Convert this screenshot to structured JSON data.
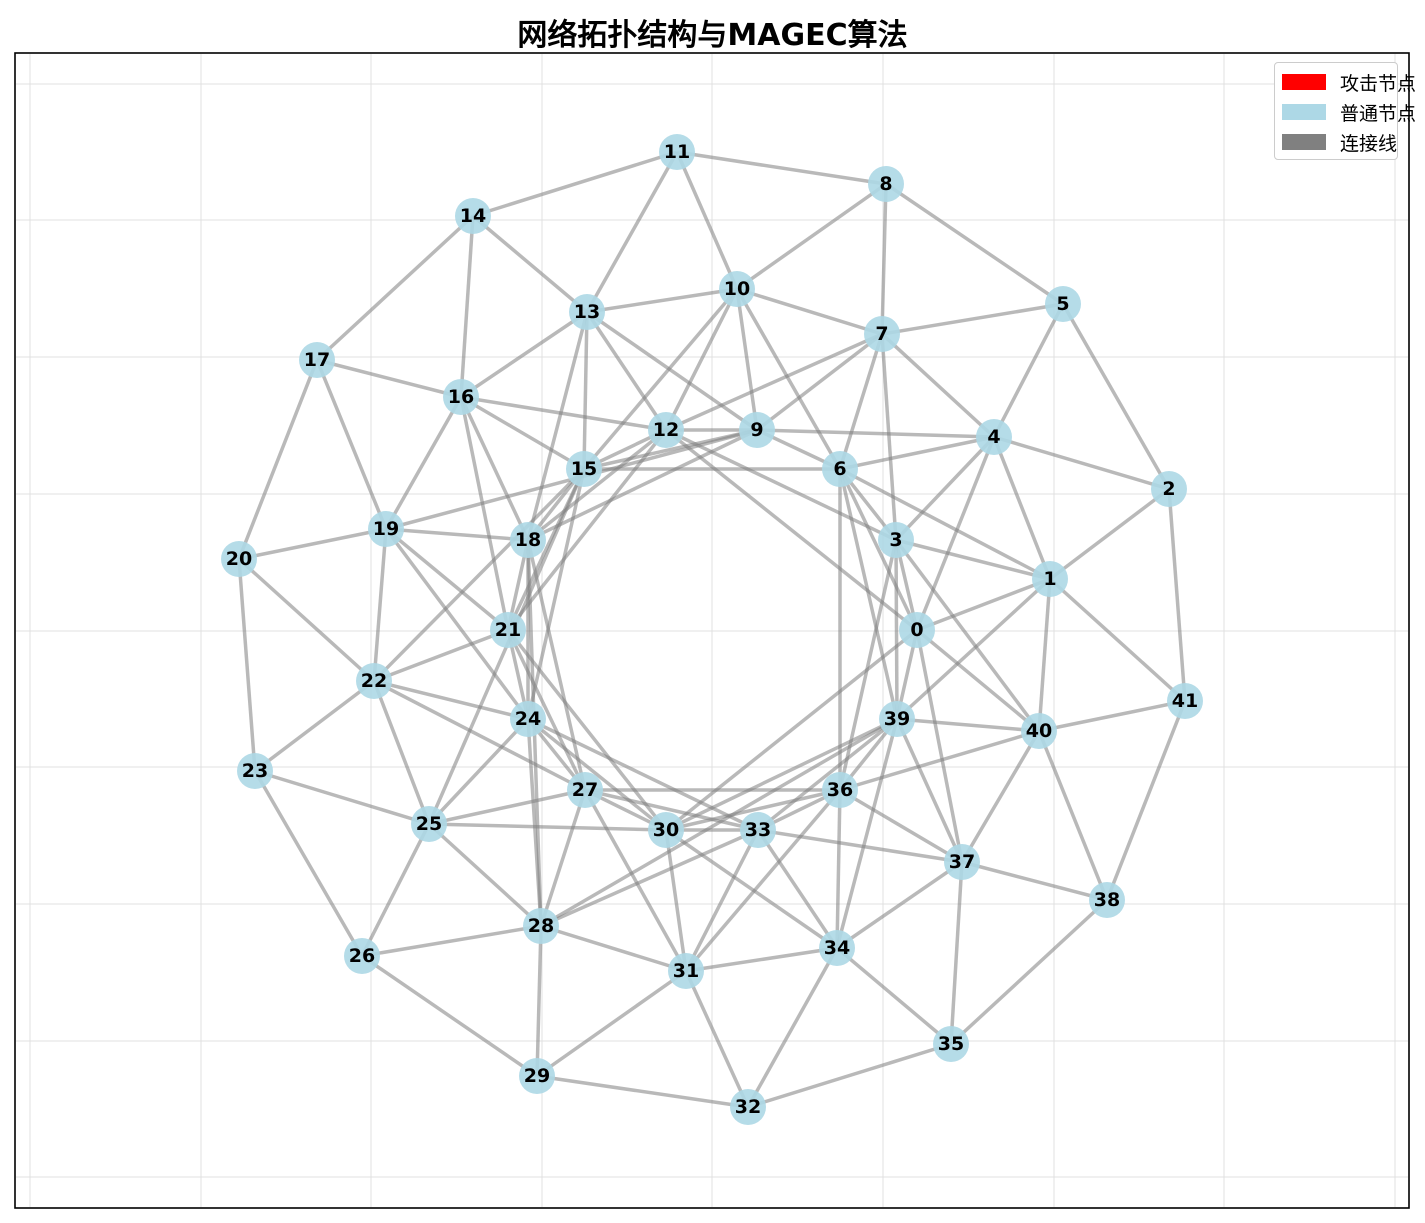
{
  "title": "网络拓扑结构与MAGEC算法",
  "colors": {
    "attack_node": "#ff0000",
    "normal_node": "#add8e6",
    "edge": "#808080",
    "grid": "#e0e0e0",
    "frame": "#000000"
  },
  "legend": [
    {
      "label": "攻击节点",
      "color": "#ff0000"
    },
    {
      "label": "普通节点",
      "color": "#add8e6"
    },
    {
      "label": "连接线",
      "color": "#808080"
    }
  ],
  "nodes": [
    {
      "id": "0",
      "type": "normal"
    },
    {
      "id": "1",
      "type": "normal"
    },
    {
      "id": "2",
      "type": "normal"
    },
    {
      "id": "3",
      "type": "normal"
    },
    {
      "id": "4",
      "type": "normal"
    },
    {
      "id": "5",
      "type": "normal"
    },
    {
      "id": "6",
      "type": "normal"
    },
    {
      "id": "7",
      "type": "normal"
    },
    {
      "id": "8",
      "type": "normal"
    },
    {
      "id": "9",
      "type": "normal"
    },
    {
      "id": "10",
      "type": "normal"
    },
    {
      "id": "11",
      "type": "normal"
    },
    {
      "id": "12",
      "type": "normal"
    },
    {
      "id": "13",
      "type": "normal"
    },
    {
      "id": "14",
      "type": "normal"
    },
    {
      "id": "15",
      "type": "normal"
    },
    {
      "id": "16",
      "type": "normal"
    },
    {
      "id": "17",
      "type": "normal"
    },
    {
      "id": "18",
      "type": "normal"
    },
    {
      "id": "19",
      "type": "normal"
    },
    {
      "id": "20",
      "type": "normal"
    },
    {
      "id": "21",
      "type": "normal"
    },
    {
      "id": "22",
      "type": "normal"
    },
    {
      "id": "23",
      "type": "normal"
    },
    {
      "id": "24",
      "type": "normal"
    },
    {
      "id": "25",
      "type": "normal"
    },
    {
      "id": "26",
      "type": "normal"
    },
    {
      "id": "27",
      "type": "normal"
    },
    {
      "id": "28",
      "type": "normal"
    },
    {
      "id": "29",
      "type": "normal"
    },
    {
      "id": "30",
      "type": "normal"
    },
    {
      "id": "31",
      "type": "normal"
    },
    {
      "id": "32",
      "type": "normal"
    },
    {
      "id": "33",
      "type": "normal"
    },
    {
      "id": "34",
      "type": "normal"
    },
    {
      "id": "35",
      "type": "normal"
    },
    {
      "id": "36",
      "type": "normal"
    },
    {
      "id": "37",
      "type": "normal"
    },
    {
      "id": "38",
      "type": "normal"
    },
    {
      "id": "39",
      "type": "normal"
    },
    {
      "id": "40",
      "type": "normal"
    },
    {
      "id": "41",
      "type": "normal"
    }
  ],
  "edges": [
    [
      "0",
      "1"
    ],
    [
      "0",
      "3"
    ],
    [
      "0",
      "4"
    ],
    [
      "0",
      "6"
    ],
    [
      "0",
      "12"
    ],
    [
      "0",
      "30"
    ],
    [
      "0",
      "37"
    ],
    [
      "0",
      "39"
    ],
    [
      "0",
      "40"
    ],
    [
      "1",
      "2"
    ],
    [
      "1",
      "3"
    ],
    [
      "1",
      "4"
    ],
    [
      "1",
      "6"
    ],
    [
      "1",
      "39"
    ],
    [
      "1",
      "40"
    ],
    [
      "1",
      "41"
    ],
    [
      "2",
      "4"
    ],
    [
      "2",
      "5"
    ],
    [
      "2",
      "41"
    ],
    [
      "3",
      "4"
    ],
    [
      "3",
      "6"
    ],
    [
      "3",
      "7"
    ],
    [
      "3",
      "12"
    ],
    [
      "3",
      "36"
    ],
    [
      "3",
      "39"
    ],
    [
      "3",
      "40"
    ],
    [
      "4",
      "5"
    ],
    [
      "4",
      "6"
    ],
    [
      "4",
      "7"
    ],
    [
      "4",
      "9"
    ],
    [
      "5",
      "7"
    ],
    [
      "5",
      "8"
    ],
    [
      "6",
      "7"
    ],
    [
      "6",
      "9"
    ],
    [
      "6",
      "10"
    ],
    [
      "6",
      "15"
    ],
    [
      "6",
      "36"
    ],
    [
      "6",
      "39"
    ],
    [
      "7",
      "8"
    ],
    [
      "7",
      "9"
    ],
    [
      "7",
      "10"
    ],
    [
      "7",
      "12"
    ],
    [
      "8",
      "10"
    ],
    [
      "8",
      "11"
    ],
    [
      "9",
      "10"
    ],
    [
      "9",
      "12"
    ],
    [
      "9",
      "13"
    ],
    [
      "9",
      "15"
    ],
    [
      "9",
      "18"
    ],
    [
      "9",
      "19"
    ],
    [
      "10",
      "11"
    ],
    [
      "10",
      "12"
    ],
    [
      "10",
      "13"
    ],
    [
      "10",
      "15"
    ],
    [
      "11",
      "13"
    ],
    [
      "11",
      "14"
    ],
    [
      "12",
      "13"
    ],
    [
      "12",
      "15"
    ],
    [
      "12",
      "16"
    ],
    [
      "12",
      "18"
    ],
    [
      "12",
      "21"
    ],
    [
      "13",
      "14"
    ],
    [
      "13",
      "15"
    ],
    [
      "13",
      "16"
    ],
    [
      "13",
      "18"
    ],
    [
      "14",
      "16"
    ],
    [
      "14",
      "17"
    ],
    [
      "15",
      "16"
    ],
    [
      "15",
      "18"
    ],
    [
      "15",
      "21"
    ],
    [
      "15",
      "22"
    ],
    [
      "15",
      "24"
    ],
    [
      "15",
      "25"
    ],
    [
      "16",
      "17"
    ],
    [
      "16",
      "18"
    ],
    [
      "16",
      "19"
    ],
    [
      "16",
      "21"
    ],
    [
      "17",
      "19"
    ],
    [
      "17",
      "20"
    ],
    [
      "18",
      "19"
    ],
    [
      "18",
      "21"
    ],
    [
      "18",
      "24"
    ],
    [
      "18",
      "27"
    ],
    [
      "18",
      "28"
    ],
    [
      "19",
      "20"
    ],
    [
      "19",
      "21"
    ],
    [
      "19",
      "22"
    ],
    [
      "19",
      "24"
    ],
    [
      "20",
      "22"
    ],
    [
      "20",
      "23"
    ],
    [
      "21",
      "22"
    ],
    [
      "21",
      "24"
    ],
    [
      "21",
      "27"
    ],
    [
      "21",
      "30"
    ],
    [
      "22",
      "23"
    ],
    [
      "22",
      "24"
    ],
    [
      "22",
      "25"
    ],
    [
      "22",
      "27"
    ],
    [
      "23",
      "25"
    ],
    [
      "23",
      "26"
    ],
    [
      "24",
      "25"
    ],
    [
      "24",
      "27"
    ],
    [
      "24",
      "28"
    ],
    [
      "24",
      "30"
    ],
    [
      "24",
      "33"
    ],
    [
      "25",
      "26"
    ],
    [
      "25",
      "27"
    ],
    [
      "25",
      "28"
    ],
    [
      "25",
      "30"
    ],
    [
      "26",
      "28"
    ],
    [
      "26",
      "29"
    ],
    [
      "27",
      "28"
    ],
    [
      "27",
      "30"
    ],
    [
      "27",
      "31"
    ],
    [
      "27",
      "33"
    ],
    [
      "27",
      "36"
    ],
    [
      "28",
      "29"
    ],
    [
      "28",
      "31"
    ],
    [
      "28",
      "33"
    ],
    [
      "28",
      "39"
    ],
    [
      "29",
      "31"
    ],
    [
      "29",
      "32"
    ],
    [
      "30",
      "31"
    ],
    [
      "30",
      "33"
    ],
    [
      "30",
      "34"
    ],
    [
      "30",
      "36"
    ],
    [
      "30",
      "39"
    ],
    [
      "31",
      "32"
    ],
    [
      "31",
      "33"
    ],
    [
      "31",
      "34"
    ],
    [
      "31",
      "36"
    ],
    [
      "32",
      "34"
    ],
    [
      "32",
      "35"
    ],
    [
      "33",
      "34"
    ],
    [
      "33",
      "36"
    ],
    [
      "33",
      "37"
    ],
    [
      "33",
      "39"
    ],
    [
      "34",
      "35"
    ],
    [
      "34",
      "36"
    ],
    [
      "34",
      "37"
    ],
    [
      "34",
      "39"
    ],
    [
      "35",
      "37"
    ],
    [
      "35",
      "38"
    ],
    [
      "36",
      "37"
    ],
    [
      "36",
      "39"
    ],
    [
      "36",
      "40"
    ],
    [
      "37",
      "38"
    ],
    [
      "37",
      "39"
    ],
    [
      "37",
      "40"
    ],
    [
      "38",
      "40"
    ],
    [
      "38",
      "41"
    ],
    [
      "39",
      "40"
    ],
    [
      "40",
      "41"
    ]
  ]
}
